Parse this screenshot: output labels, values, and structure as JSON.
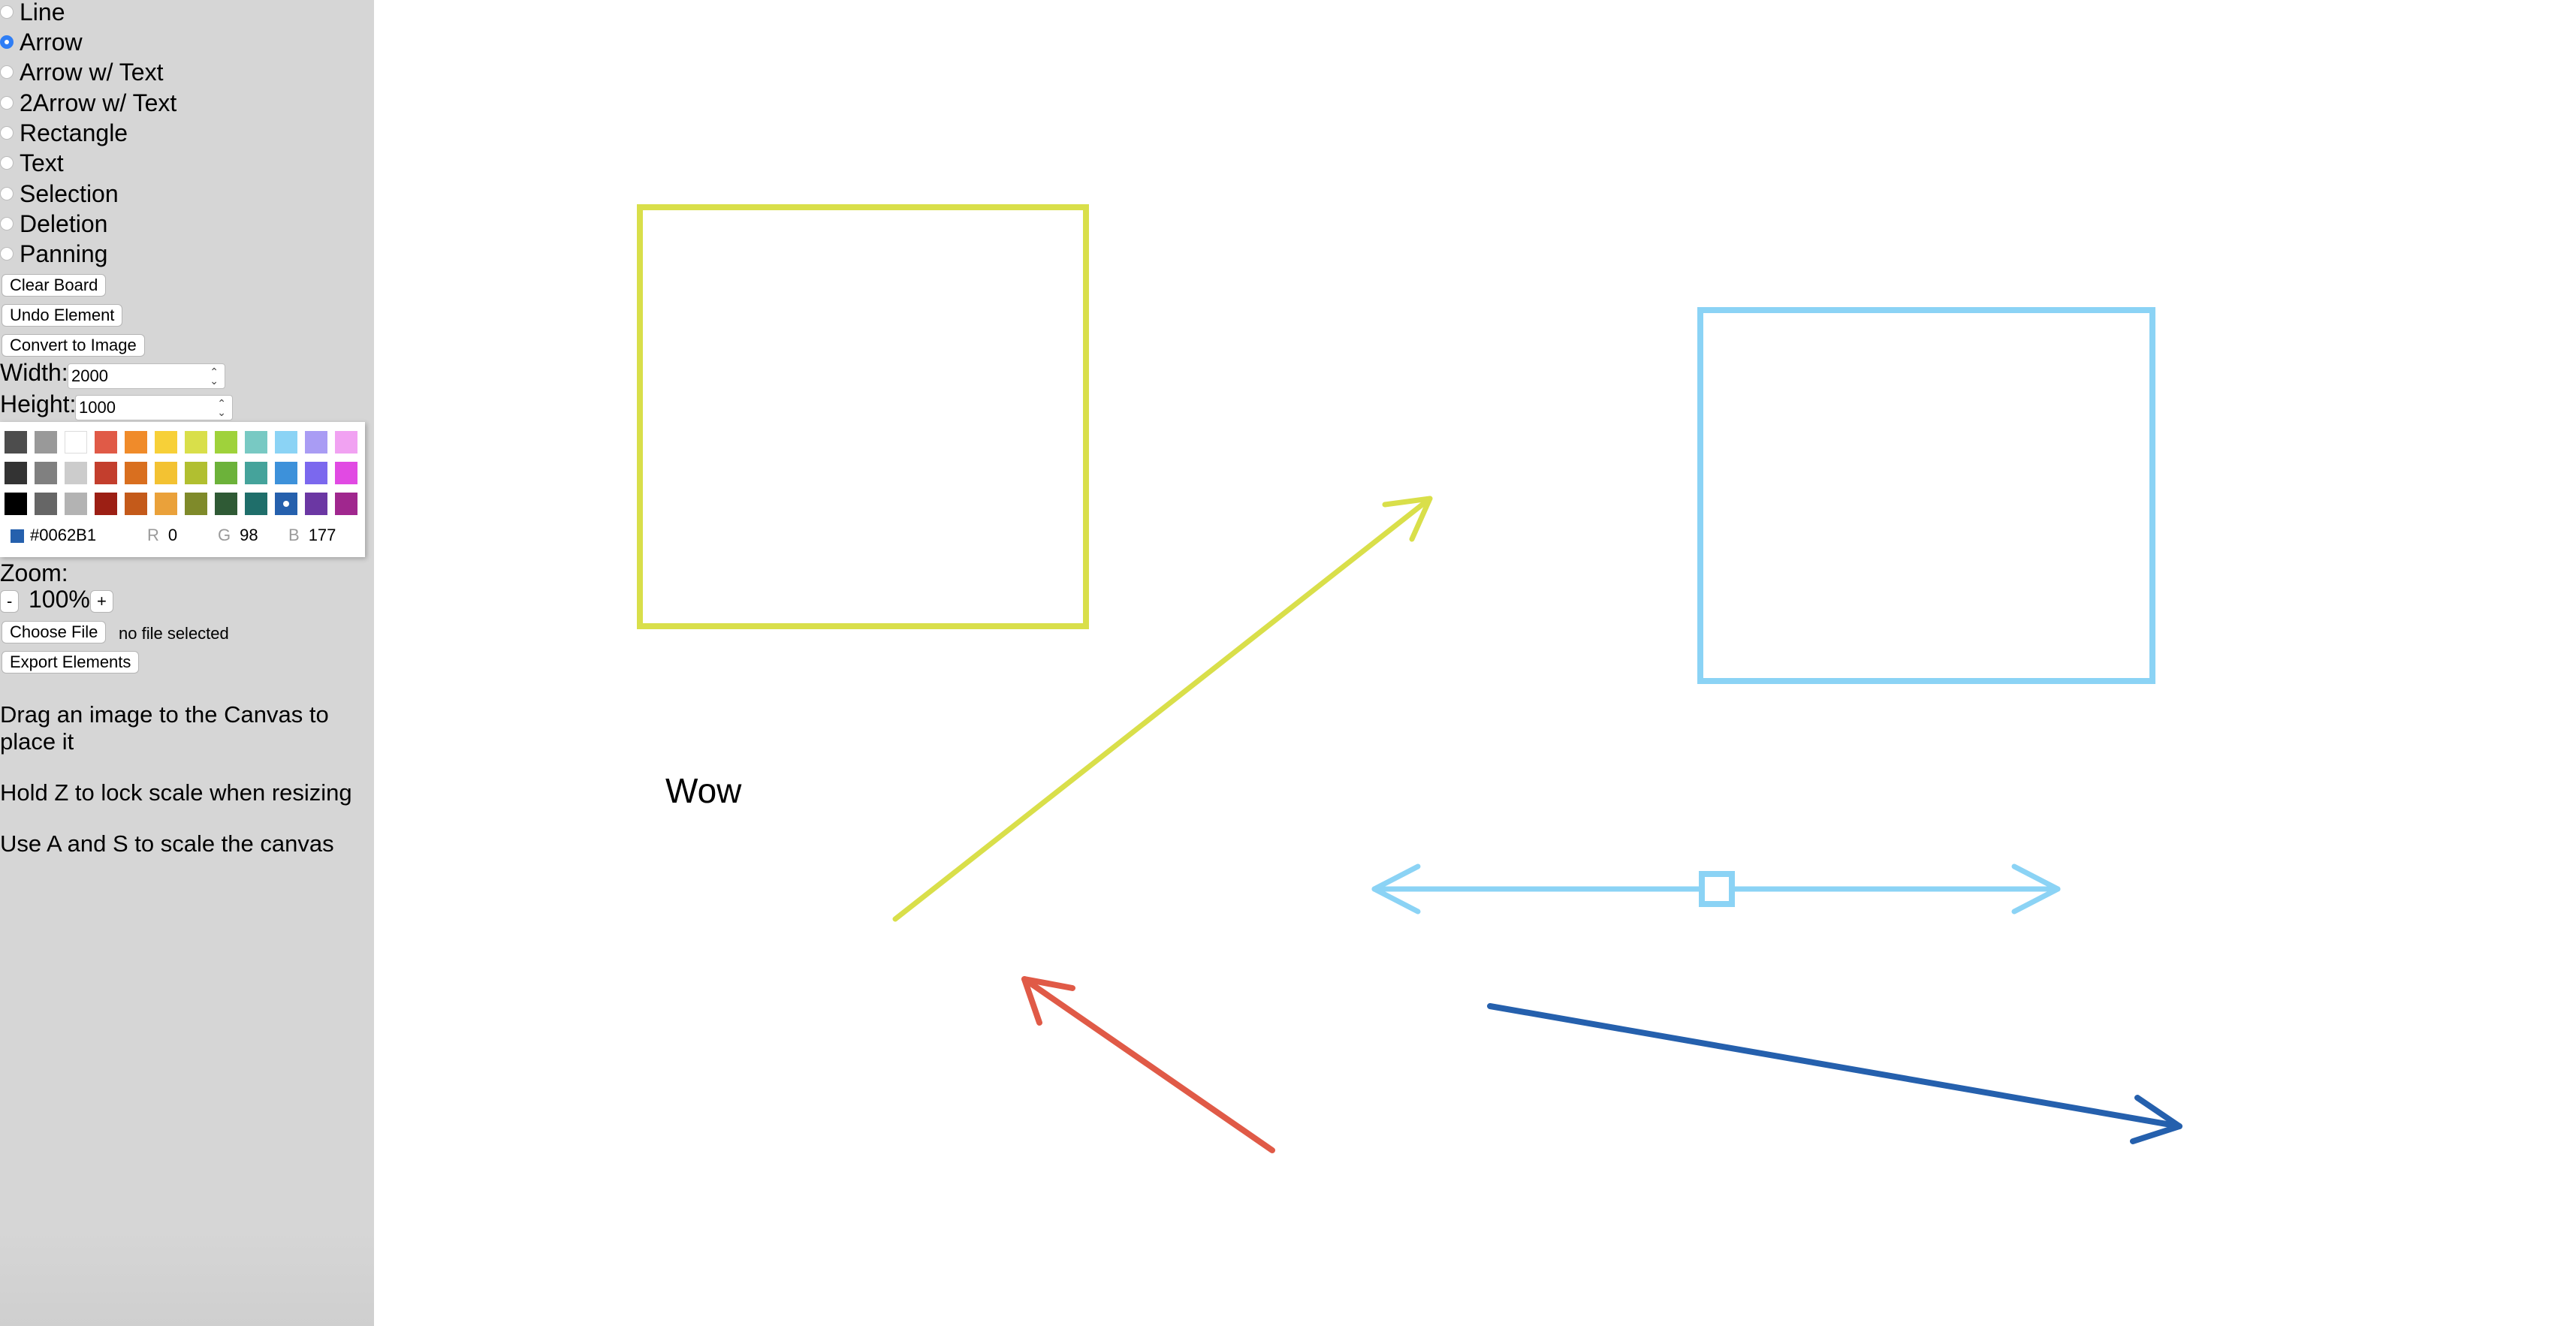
{
  "toolbar": {
    "tools": [
      {
        "label": "Line",
        "checked": false
      },
      {
        "label": "Arrow",
        "checked": true
      },
      {
        "label": "Arrow w/ Text",
        "checked": false
      },
      {
        "label": "2Arrow w/ Text",
        "checked": false
      },
      {
        "label": "Rectangle",
        "checked": false
      },
      {
        "label": "Text",
        "checked": false
      },
      {
        "label": "Selection",
        "checked": false
      },
      {
        "label": "Deletion",
        "checked": false
      },
      {
        "label": "Panning",
        "checked": false
      }
    ],
    "clear_board_label": "Clear Board",
    "undo_label": "Undo Element",
    "convert_label": "Convert to Image",
    "width_label": "Width:",
    "width_value": "2000",
    "height_label": "Height:",
    "height_value": "1000",
    "zoom_label": "Zoom:",
    "zoom_minus": "-",
    "zoom_value": "100%",
    "zoom_plus": "+",
    "choose_file_label": "Choose File",
    "file_status": "no file selected",
    "export_label": "Export Elements"
  },
  "color_picker": {
    "rows": [
      [
        "#4d4d4d",
        "#999999",
        "#ffffff",
        "#e05a47",
        "#f08b2a",
        "#f7d038",
        "#d9df4a",
        "#9fd23b",
        "#78c9c3",
        "#8bd3f5",
        "#a99cf4",
        "#f1a2f2"
      ],
      [
        "#333333",
        "#808080",
        "#cccccc",
        "#c33e2d",
        "#d96f1f",
        "#f3c232",
        "#b1bf30",
        "#6cb23a",
        "#45a39b",
        "#3d91da",
        "#7b68ee",
        "#e14ae3"
      ],
      [
        "#000000",
        "#666666",
        "#b3b3b3",
        "#9c1f14",
        "#c45a1a",
        "#eaa13a",
        "#7f8a2a",
        "#2f5a35",
        "#1f6e6a",
        "#2560ad",
        "#6b37a3",
        "#a0278e"
      ]
    ],
    "selected": "#2560ad",
    "hex": "#0062B1",
    "r_label": "R",
    "r_value": "0",
    "g_label": "G",
    "g_value": "98",
    "b_label": "B",
    "b_value": "177"
  },
  "help": {
    "drag": "Drag an image to the Canvas to place it",
    "lock": "Hold Z to lock scale when resizing",
    "scale": "Use A and S to scale the canvas"
  },
  "canvas": {
    "text_element": "Wow",
    "colors": {
      "yellow": "#d9df4a",
      "light_blue": "#8bd3f5",
      "red": "#e05a47",
      "blue": "#2560ad"
    }
  }
}
